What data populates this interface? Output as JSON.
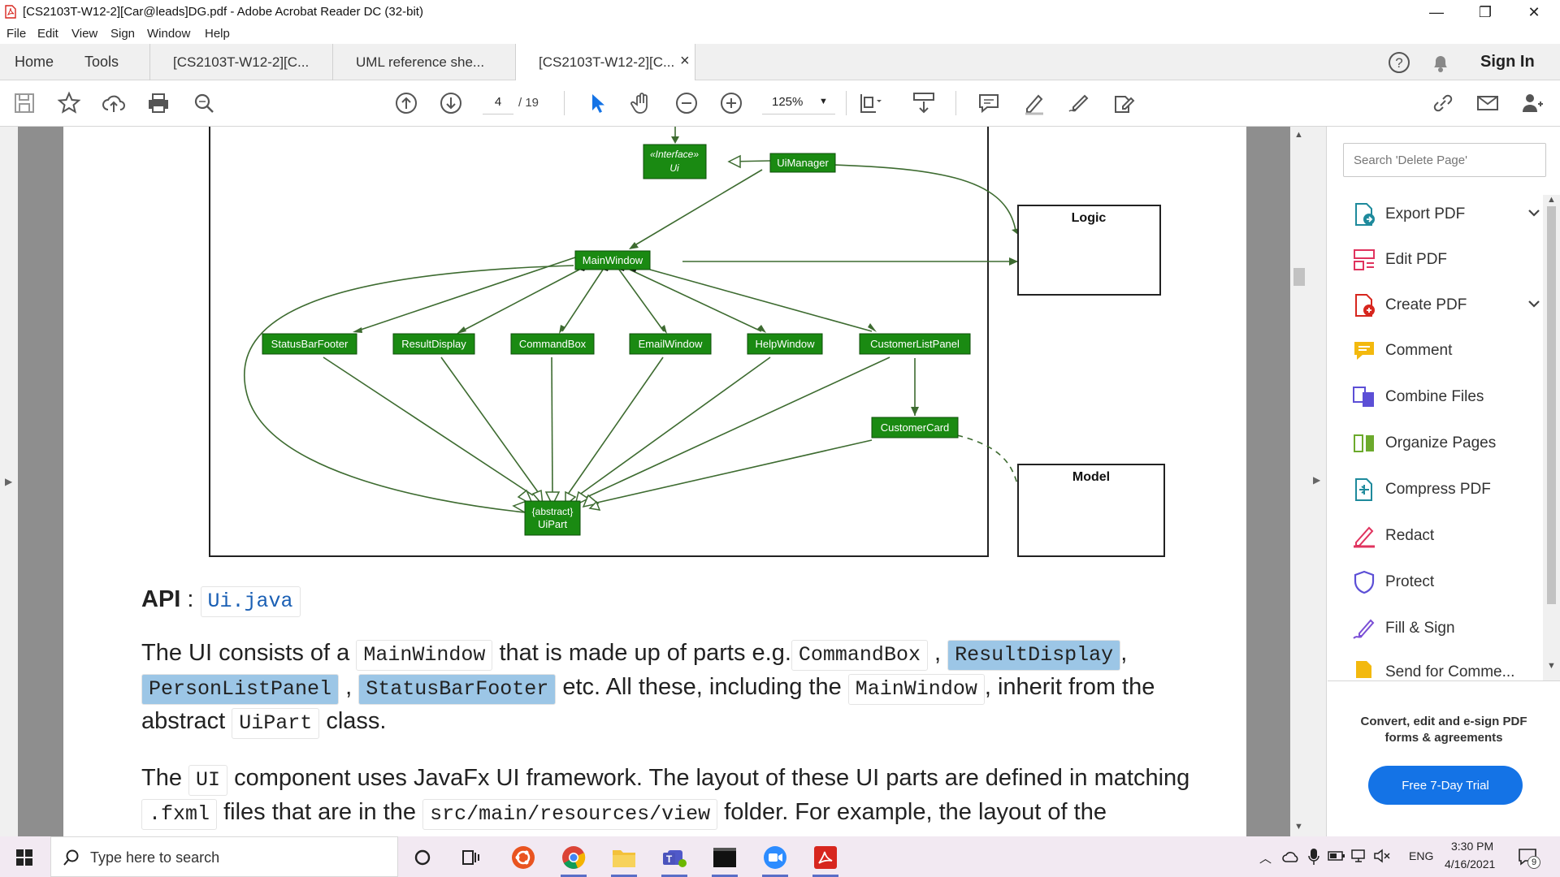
{
  "window": {
    "title": "[CS2103T-W12-2][Car@leads]DG.pdf - Adobe Acrobat Reader DC (32-bit)",
    "minimize": "—",
    "restore": "❐",
    "close": "✕"
  },
  "menu": [
    "File",
    "Edit",
    "View",
    "Sign",
    "Window",
    "Help"
  ],
  "tabs": {
    "home": "Home",
    "tools": "Tools",
    "docs": [
      "[CS2103T-W12-2][C...",
      "UML reference she...",
      "[CS2103T-W12-2][C..."
    ],
    "close": "×",
    "sign_in": "Sign In"
  },
  "toolbar": {
    "page_current": "4",
    "page_total": "/ 19",
    "zoom": "125%"
  },
  "diagram": {
    "nodes": {
      "interface_ui_line1": "«Interface»",
      "interface_ui_line2": "Ui",
      "uimanager": "UiManager",
      "mainwindow": "MainWindow",
      "statusbarfooter": "StatusBarFooter",
      "resultdisplay": "ResultDisplay",
      "commandbox": "CommandBox",
      "emailwindow": "EmailWindow",
      "helpwindow": "HelpWindow",
      "customerlistpanel": "CustomerListPanel",
      "customercard": "CustomerCard",
      "uipart_line1": "{abstract}",
      "uipart_line2": "UiPart",
      "logic": "Logic",
      "model": "Model"
    }
  },
  "doc": {
    "api_label": "API",
    "api_colon": ":",
    "api_file": "Ui.java",
    "p1": {
      "t1": "The UI consists of a",
      "c1": "MainWindow",
      "t2": "that is made up of parts e.g.",
      "c2": "CommandBox",
      "t3": ",",
      "c3": "ResultDisplay",
      "t4": ",",
      "c4": "PersonListPanel",
      "t5": ",",
      "c5": "StatusBarFooter",
      "t6": "etc. All these, including the",
      "c6": "MainWindow",
      "t7": ", inherit from the",
      "t8": "abstract",
      "c7": "UiPart",
      "t9": "class."
    },
    "p2": {
      "t1": "The",
      "c1": "UI",
      "t2": "component uses JavaFx UI framework. The layout of these UI parts are defined in matching",
      "c2": ".fxml",
      "t3": "files that are in the",
      "c3": "src/main/resources/view",
      "t4": "folder. For example, the layout of the"
    }
  },
  "right_panel": {
    "search_placeholder": "Search 'Delete Page'",
    "tools": [
      "Export PDF",
      "Edit PDF",
      "Create PDF",
      "Comment",
      "Combine Files",
      "Organize Pages",
      "Compress PDF",
      "Redact",
      "Protect",
      "Fill & Sign",
      "Send for Comme..."
    ],
    "promo_text": "Convert, edit and e-sign PDF forms & agreements",
    "promo_button": "Free 7-Day Trial"
  },
  "taskbar": {
    "search_placeholder": "Type here to search",
    "lang": "ENG",
    "time": "3:30 PM",
    "date": "4/16/2021",
    "notifications": "9"
  },
  "colors": {
    "acrobat_red": "#d7261e",
    "diagram_green": "#1a8a12",
    "accent_blue": "#1473e6",
    "highlight": "#9cc6e6"
  }
}
